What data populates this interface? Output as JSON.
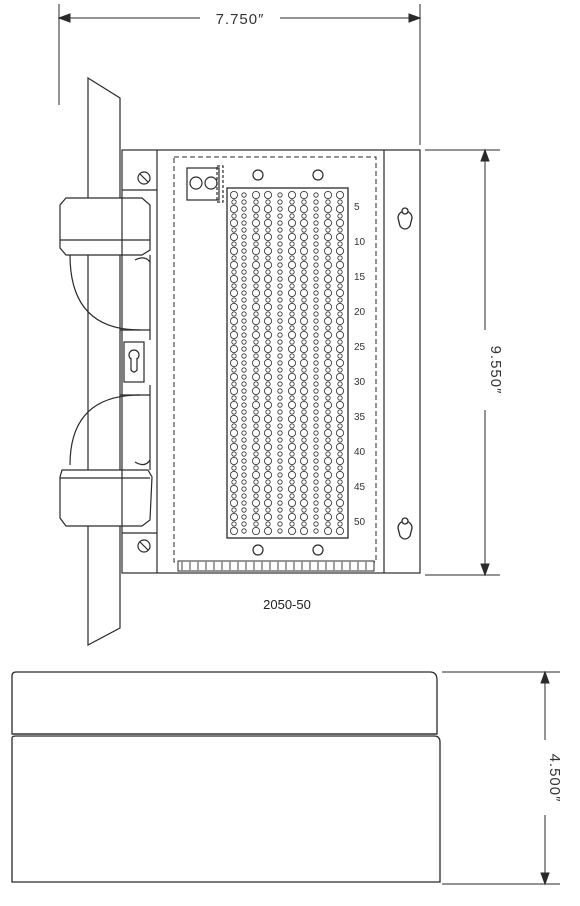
{
  "dimensions": {
    "width": "7.750″",
    "height": "9.550″",
    "depth": "4.500″"
  },
  "model_label": "2050-50",
  "row_numbers": [
    "5",
    "10",
    "15",
    "20",
    "25",
    "30",
    "35",
    "40",
    "45",
    "50"
  ],
  "colors": {
    "line": "#2a2a2a",
    "paper": "#ffffff",
    "shade": "#e8e8e8"
  }
}
